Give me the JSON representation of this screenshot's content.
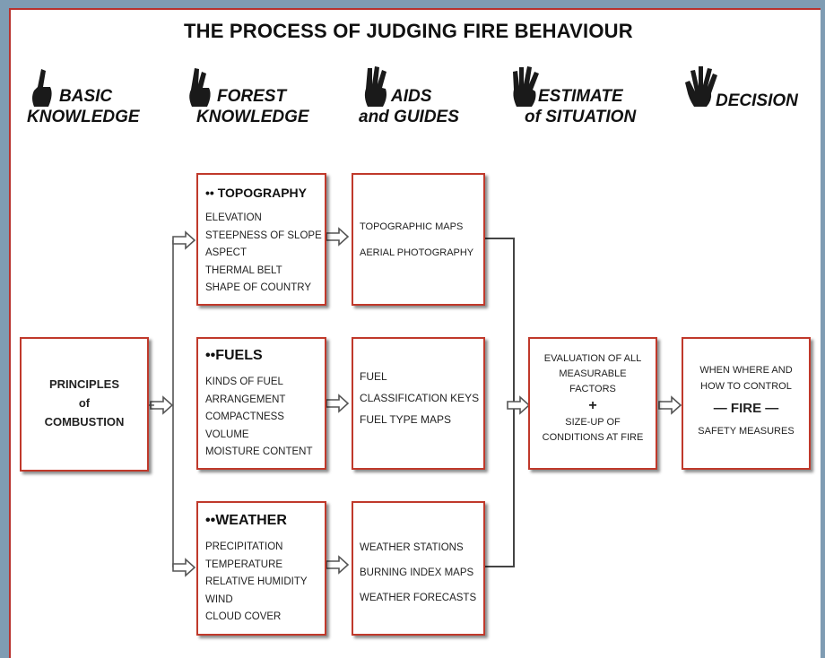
{
  "title": "THE PROCESS OF JUDGING FIRE BEHAVIOUR",
  "columns": [
    {
      "line1": "BASIC",
      "line2": "KNOWLEDGE",
      "icon": "hand-1-finger-icon"
    },
    {
      "line1": "FOREST",
      "line2": "KNOWLEDGE",
      "icon": "hand-2-fingers-icon"
    },
    {
      "line1": "AIDS",
      "line2": "and GUIDES",
      "icon": "hand-3-fingers-icon"
    },
    {
      "line1": "ESTIMATE",
      "line2": "of SITUATION",
      "icon": "hand-4-fingers-icon"
    },
    {
      "line1": "DECISION",
      "line2": "",
      "icon": "hand-5-fingers-icon"
    }
  ],
  "principles": {
    "line1": "PRINCIPLES",
    "line2": "of",
    "line3": "COMBUSTION"
  },
  "topography": {
    "heading": "•• TOPOGRAPHY",
    "items": [
      "ELEVATION",
      "STEEPNESS OF SLOPE",
      "ASPECT",
      "THERMAL BELT",
      "SHAPE OF COUNTRY"
    ]
  },
  "fuels": {
    "heading": "••FUELS",
    "items": [
      "KINDS OF FUEL",
      "ARRANGEMENT",
      "COMPACTNESS",
      "VOLUME",
      "MOISTURE CONTENT"
    ]
  },
  "weather": {
    "heading": "••WEATHER",
    "items": [
      "PRECIPITATION",
      "TEMPERATURE",
      "RELATIVE HUMIDITY",
      "WIND",
      "CLOUD COVER"
    ]
  },
  "aids_topography": [
    "TOPOGRAPHIC MAPS",
    "AERIAL PHOTOGRAPHY"
  ],
  "aids_fuels": [
    "FUEL",
    "CLASSIFICATION KEYS",
    "FUEL TYPE MAPS"
  ],
  "aids_weather": [
    "WEATHER STATIONS",
    "BURNING INDEX MAPS",
    "WEATHER FORECASTS"
  ],
  "estimate": {
    "line1": "EVALUATION OF ALL",
    "line2": "MEASURABLE",
    "line3": "FACTORS",
    "plus": "+",
    "line4": "SIZE-UP OF",
    "line5": "CONDITIONS AT FIRE"
  },
  "decision": {
    "line1": "WHEN WHERE AND",
    "line2": "HOW TO CONTROL",
    "fire": "— FIRE —",
    "line3": "SAFETY MEASURES"
  }
}
